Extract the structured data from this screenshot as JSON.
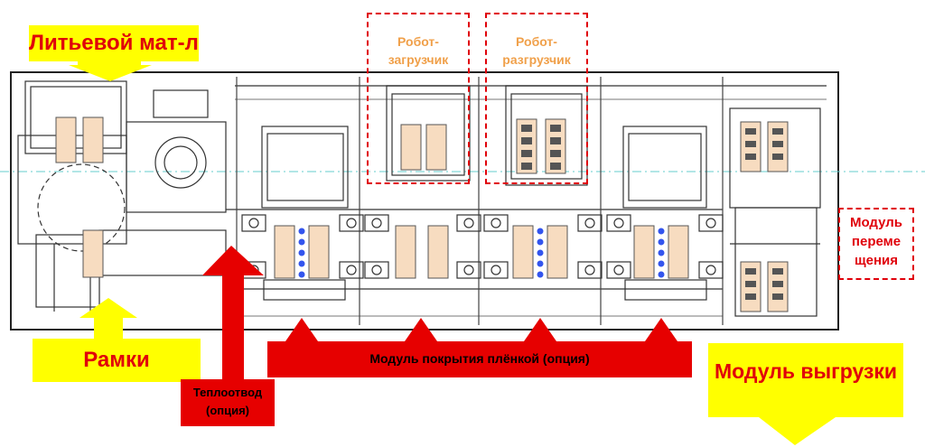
{
  "labels": {
    "casting_material": "Литьевой мат-л",
    "frames": "Рамки",
    "loader_robot_l1": "Робот-",
    "loader_robot_l2": "загрузчик",
    "unloader_robot_l1": "Робот-",
    "unloader_robot_l2": "разгрузчик",
    "transfer_module_l1": "Модуль",
    "transfer_module_l2": "переме",
    "transfer_module_l3": "щения",
    "film_coating_module": "Модуль покрытия плёнкой (опция)",
    "heat_sink_l1": "Теплоотвод",
    "heat_sink_l2": "(опция)",
    "unload_module": "Модуль выгрузки"
  },
  "colors": {
    "callout_fill": "#ffff00",
    "callout_text": "#e0000a",
    "arrow_red": "#e60000",
    "robot_label": "#f0a04a",
    "dash_border": "#e0000a",
    "strip_fill": "#f7dcc0",
    "lead_dot": "#3355ee"
  }
}
